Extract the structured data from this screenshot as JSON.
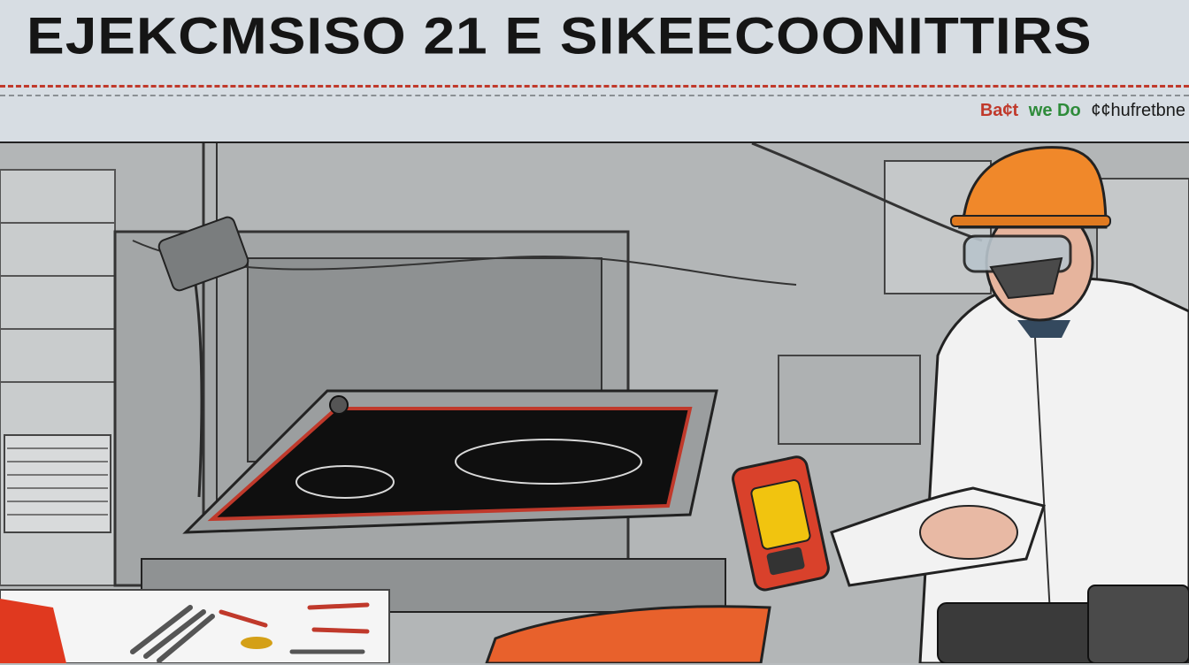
{
  "header": {
    "title": "EJEKCMSISO 21 E SIKEECOONITTIRS",
    "tagline": [
      "Ba¢t",
      "we Do",
      "¢¢hufretbne"
    ]
  },
  "colors": {
    "header_bg": "#d7dde3",
    "accent_red": "#c0392b",
    "accent_green": "#2e8b3a",
    "helmet_orange": "#f0882a",
    "cooktop_black": "#0f0f0f"
  },
  "scene": {
    "icons": [
      "workshop-background",
      "induction-cooktop",
      "technician",
      "hard-hat",
      "safety-goggles",
      "multimeter",
      "tool-tray",
      "orange-tool-bag"
    ]
  }
}
